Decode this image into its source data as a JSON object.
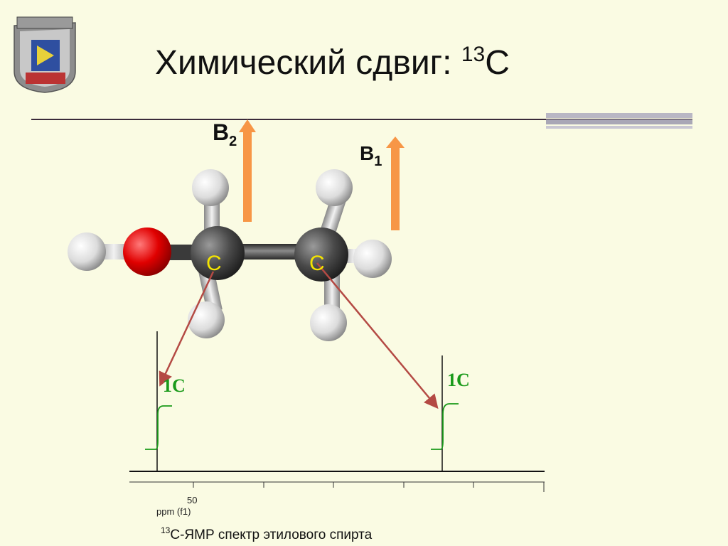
{
  "slide": {
    "title_main": "Химический сдвиг: ",
    "title_sup": "13",
    "title_end": "C"
  },
  "field_labels": [
    {
      "base": "B",
      "sub": "2"
    },
    {
      "base": "B",
      "sub": "1"
    }
  ],
  "atoms": [
    "C",
    "C"
  ],
  "spectrum": {
    "peak_labels": [
      "1C",
      "1C"
    ],
    "tick_value": "50",
    "axis_unit": "ppm (f1)"
  },
  "caption": {
    "sup": "13",
    "text": "C-ЯМР спектр этилового спирта"
  },
  "colors": {
    "background": "#fafbe3",
    "arrow": "#f79646",
    "oxygen": "#e00000",
    "carbon": "#4a4a4a",
    "hydrogen": "#f0f0f0",
    "pointer": "#b44a44",
    "peak_green": "#1a9a1a"
  }
}
